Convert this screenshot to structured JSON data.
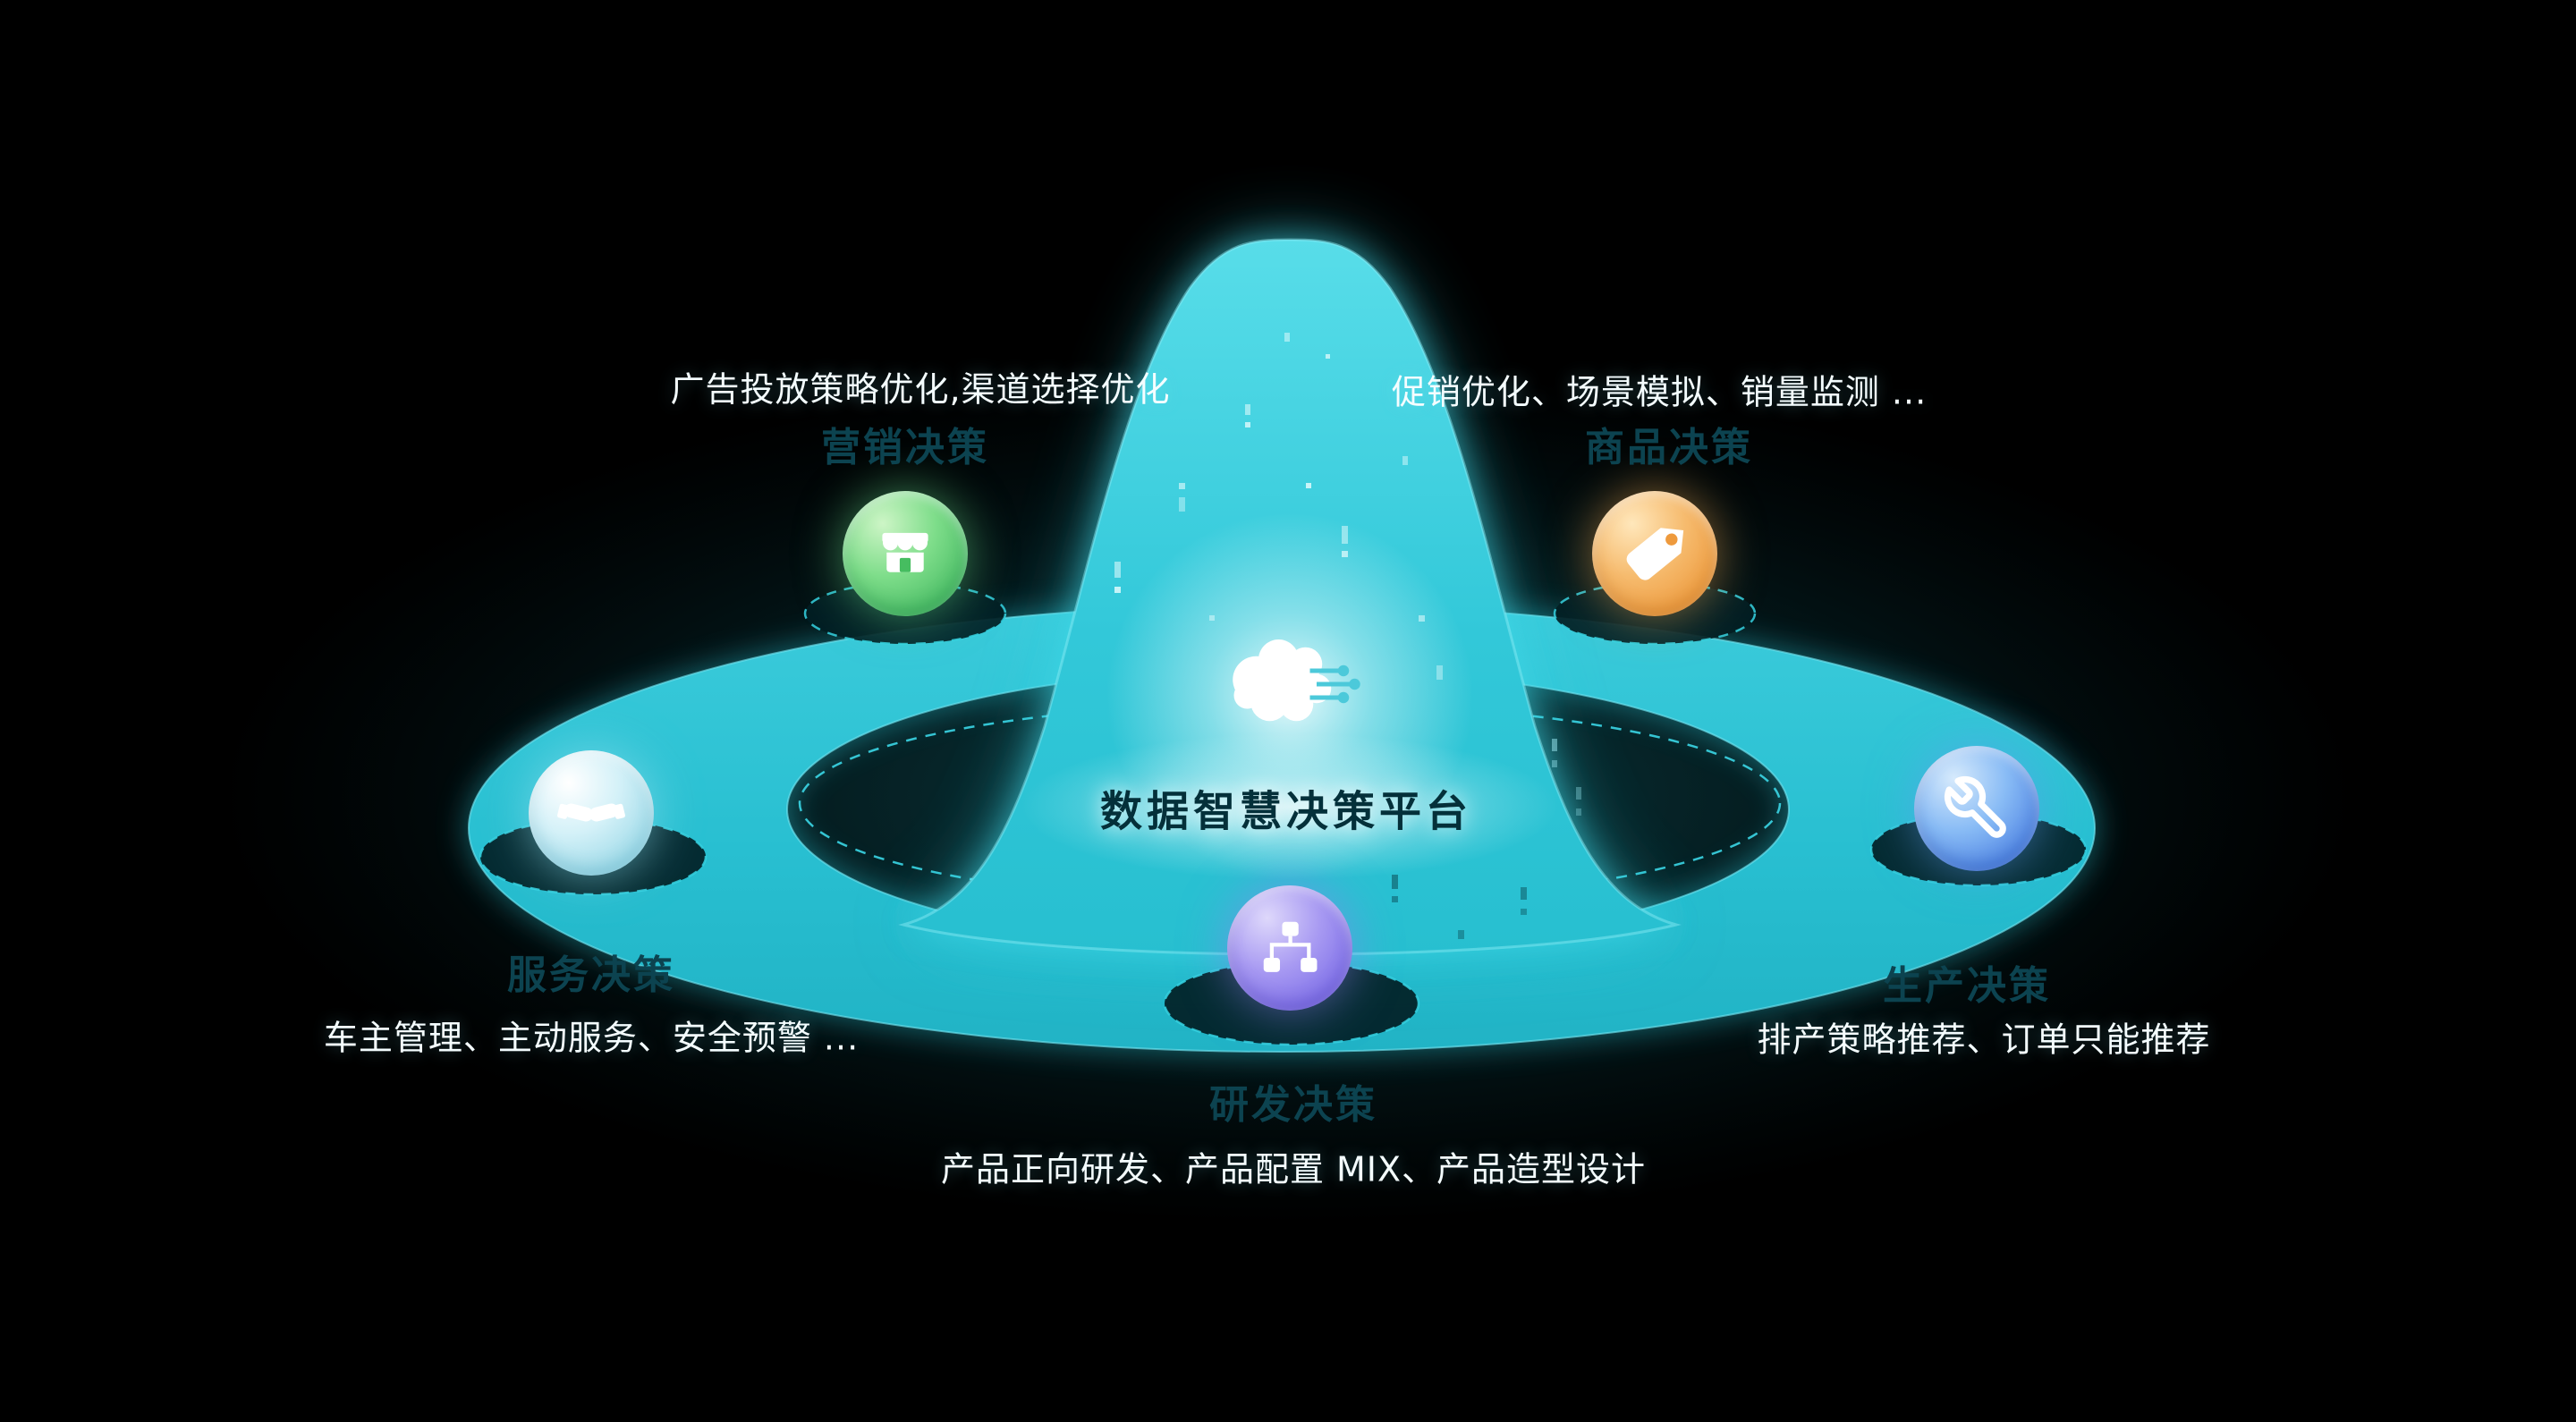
{
  "platform": {
    "title": "数据智慧决策平台",
    "core_icon": "brain-circuit-icon",
    "accent_color": "#2fc6d7"
  },
  "nodes": {
    "marketing": {
      "category": "营销决策",
      "description": "广告投放策略优化,渠道选择优化",
      "icon": "storefront-icon",
      "color": "#4cbf63"
    },
    "goods": {
      "category": "商品决策",
      "description": "促销优化、场景模拟、销量监测 ...",
      "icon": "price-tag-icon",
      "color": "#ee9a3d"
    },
    "service": {
      "category": "服务决策",
      "description": "车主管理、主动服务、安全预警 ...",
      "icon": "handshake-icon",
      "color": "#9edde9"
    },
    "production": {
      "category": "生产决策",
      "description": "排产策略推荐、订单只能推荐",
      "icon": "wrench-icon",
      "color": "#4a86e8"
    },
    "rnd": {
      "category": "研发决策",
      "description": "产品正向研发、产品配置 MIX、产品造型设计",
      "icon": "hierarchy-icon",
      "color": "#8276ea"
    }
  }
}
